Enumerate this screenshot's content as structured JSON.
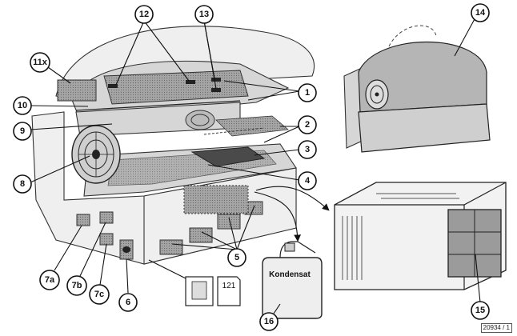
{
  "figure_number": "20934 / 1",
  "canister_label": "Kondensat",
  "page_icon_number": "121",
  "callouts": [
    {
      "id": "c1",
      "label": "1"
    },
    {
      "id": "c2",
      "label": "2"
    },
    {
      "id": "c3",
      "label": "3"
    },
    {
      "id": "c4",
      "label": "4"
    },
    {
      "id": "c5",
      "label": "5"
    },
    {
      "id": "c6",
      "label": "6"
    },
    {
      "id": "c7a",
      "label": "7a"
    },
    {
      "id": "c7b",
      "label": "7b"
    },
    {
      "id": "c7c",
      "label": "7c"
    },
    {
      "id": "c8",
      "label": "8"
    },
    {
      "id": "c9",
      "label": "9"
    },
    {
      "id": "c10",
      "label": "10"
    },
    {
      "id": "c11",
      "label": "11x"
    },
    {
      "id": "c12",
      "label": "12"
    },
    {
      "id": "c13",
      "label": "13"
    },
    {
      "id": "c14",
      "label": "14"
    },
    {
      "id": "c15",
      "label": "15"
    },
    {
      "id": "c16",
      "label": "16"
    }
  ]
}
